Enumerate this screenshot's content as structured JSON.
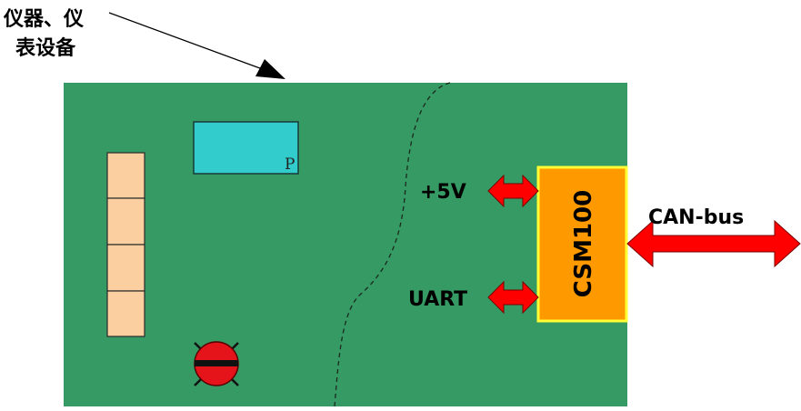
{
  "caption": {
    "line1": "仪器、仪",
    "line2": "表设备"
  },
  "chip": {
    "letter": "P"
  },
  "module": {
    "name": "CSM100"
  },
  "ports": {
    "power": "+5V",
    "serial": "UART",
    "bus": "CAN-bus"
  },
  "colors": {
    "board": "#359a63",
    "chip": "#33cccc",
    "connector": "#fbcf9f",
    "module_fill": "#ff9900",
    "module_border": "#ffff33",
    "arrow": "#ff0000",
    "button": "#e4141a"
  },
  "icons": {
    "pointer": "arrow-icon",
    "button": "push-button-icon"
  }
}
